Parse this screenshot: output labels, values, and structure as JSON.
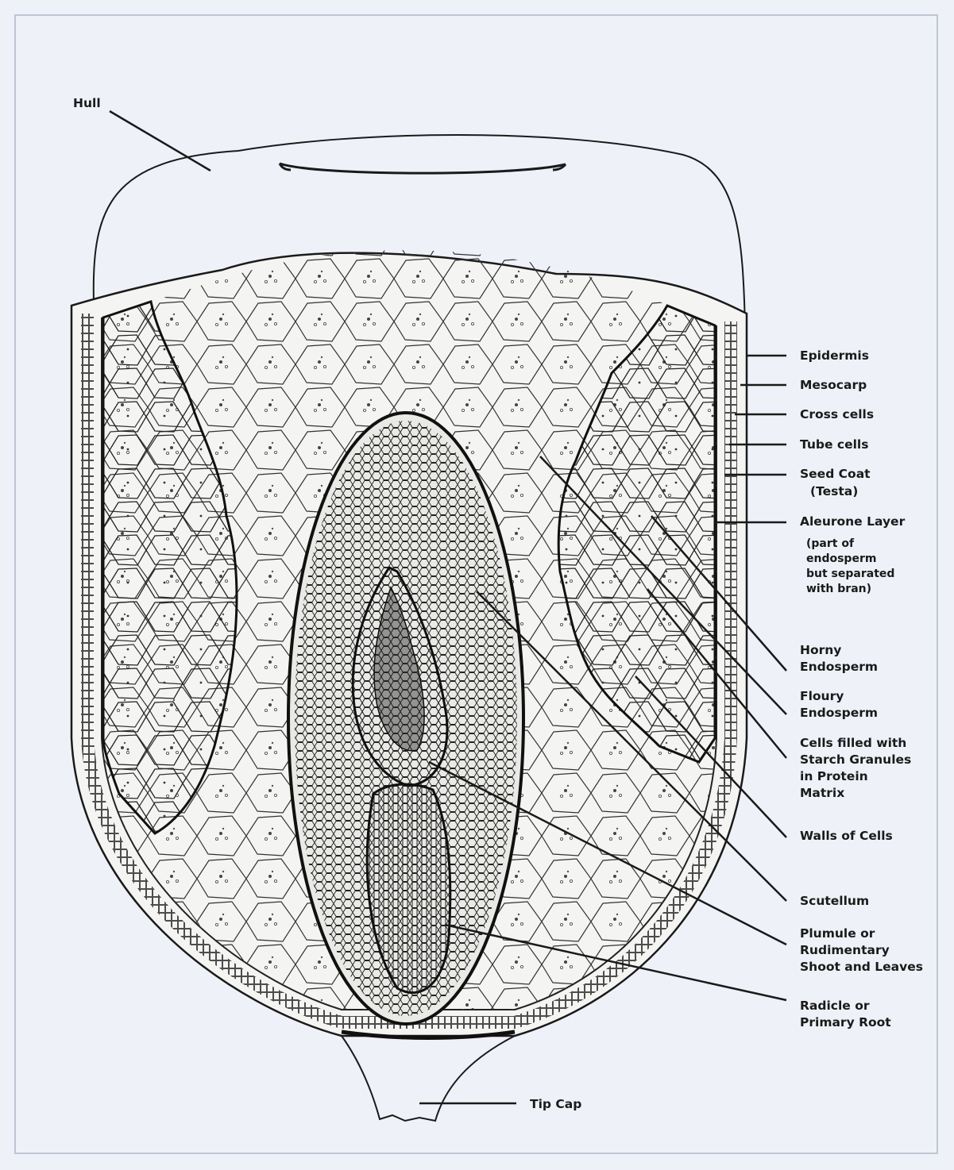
{
  "labels": {
    "hull": "Hull",
    "epidermis": "Epidermis",
    "mesocarp": "Mesocarp",
    "cross_cells": "Cross cells",
    "tube_cells": "Tube cells",
    "seed_coat": [
      "Seed Coat",
      "(Testa)"
    ],
    "aleurone_layer": "Aleurone Layer",
    "aleurone_note": [
      "(part of",
      "endosperm",
      "but separated",
      "with bran)"
    ],
    "horny_endosperm": [
      "Horny",
      "Endosperm"
    ],
    "floury_endosperm": [
      "Floury",
      "Endosperm"
    ],
    "starch_cells": [
      "Cells filled with",
      "Starch Granules",
      "in Protein",
      "Matrix"
    ],
    "cell_walls": "Walls of Cells",
    "scutellum": "Scutellum",
    "plumule": [
      "Plumule or",
      "Rudimentary",
      "Shoot and Leaves"
    ],
    "radicle": [
      "Radicle or",
      "Primary Root"
    ],
    "tip_cap": "Tip Cap"
  },
  "colors": {
    "background": "#eef1f8",
    "line": "#1a1a1a",
    "frame": "#bfc6d2"
  }
}
